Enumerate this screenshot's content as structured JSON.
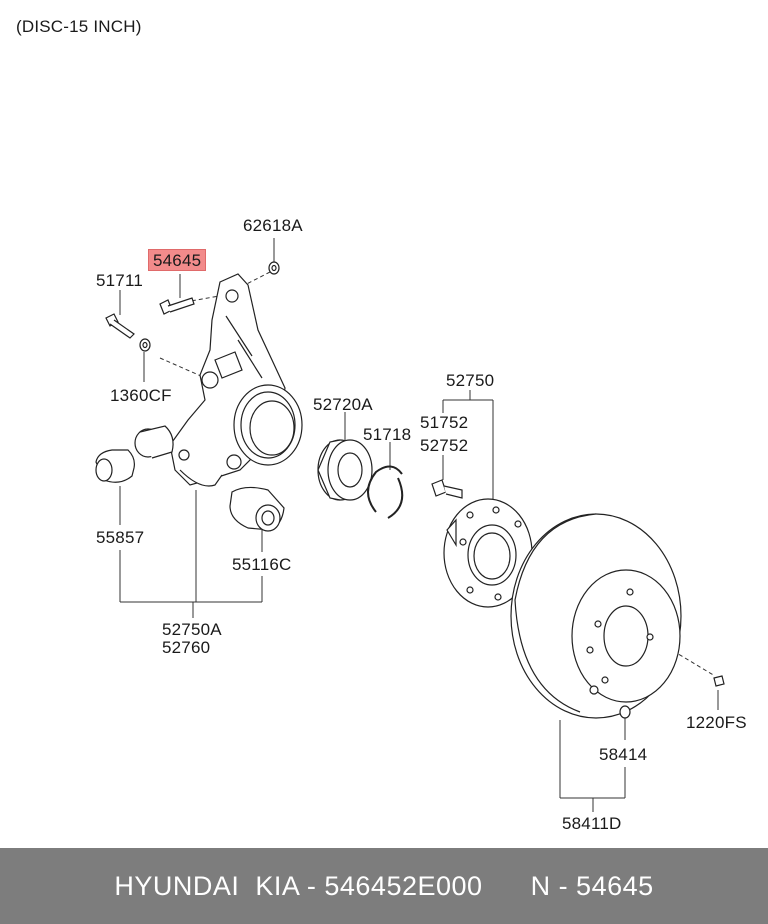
{
  "diagram": {
    "caption": "(DISC-15 INCH)",
    "highlight_color": "#f28b8b",
    "labels": {
      "p54645": "54645",
      "p62618A": "62618A",
      "p51711": "51711",
      "p1360CF": "1360CF",
      "p52750": "52750",
      "p52720A": "52720A",
      "p51718": "51718",
      "p51752": "51752",
      "p52752": "52752",
      "p55857": "55857",
      "p55116C": "55116C",
      "p52750A": "52750A",
      "p52760": "52760",
      "p1220FS": "1220FS",
      "p58414": "58414",
      "p58411D": "58411D"
    }
  },
  "footer": {
    "brand": "HYUNDAI  KIA - 546452E000",
    "part": "N - 54645"
  }
}
